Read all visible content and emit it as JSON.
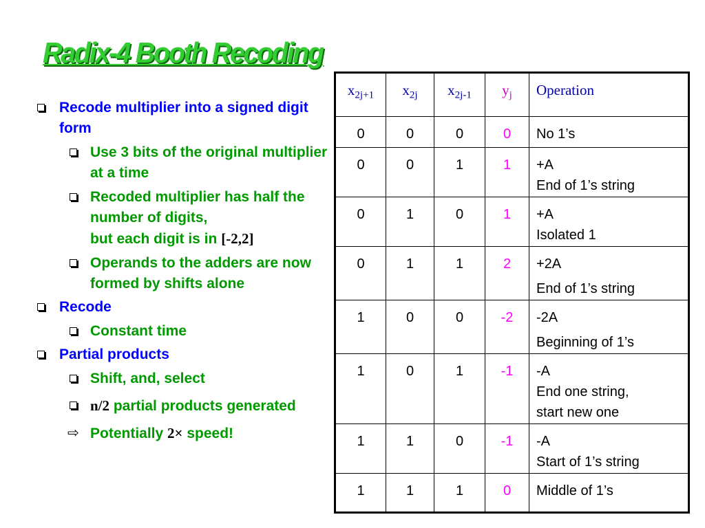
{
  "title": "Radix-4 Booth Recoding",
  "bullets": {
    "recode_multiplier": "Recode multiplier into a signed digit form",
    "use_3_bits": "Use 3 bits of the original multiplier at a time",
    "half_digits_1": "Recoded multiplier has half the number of digits,",
    "half_digits_2": "but each digit is in",
    "digit_range": "[-2,2]",
    "operands": "Operands to the adders are now formed by shifts alone",
    "recode": "Recode",
    "constant_time": "Constant time",
    "partial_products": "Partial products",
    "shift_and_select": "Shift, and, select",
    "n_over_2": "n/2",
    "pp_generated": "partial products generated",
    "potentially": "Potentially",
    "two_x": "2×",
    "speed": "speed!"
  },
  "table": {
    "headers": {
      "x2j1_base": "x",
      "x2j1_sub": "2j+1",
      "x2j_base": "x",
      "x2j_sub": "2j",
      "x2jm1_base": "x",
      "x2jm1_sub": "2j-1",
      "y_base": "y",
      "y_sub": "j",
      "operation": "Operation"
    },
    "rows": [
      {
        "a": "0",
        "b": "0",
        "c": "0",
        "y": "0",
        "op1": "No 1’s",
        "op2": ""
      },
      {
        "a": "0",
        "b": "0",
        "c": "1",
        "y": "1",
        "op1": "+A",
        "op2": "End of 1’s string"
      },
      {
        "a": "0",
        "b": "1",
        "c": "0",
        "y": "1",
        "op1": "+A",
        "op2": "Isolated 1"
      },
      {
        "a": "0",
        "b": "1",
        "c": "1",
        "y": "2",
        "op1": "+2A",
        "op2": "End of 1’s string"
      },
      {
        "a": "1",
        "b": "0",
        "c": "0",
        "y": "-2",
        "op1": "-2A",
        "op2": "Beginning of 1’s"
      },
      {
        "a": "1",
        "b": "0",
        "c": "1",
        "y": "-1",
        "op1": "-A",
        "op2": "End one string,",
        "op3": "start new one"
      },
      {
        "a": "1",
        "b": "1",
        "c": "0",
        "y": "-1",
        "op1": "-A",
        "op2": "Start of 1’s string"
      },
      {
        "a": "1",
        "b": "1",
        "c": "1",
        "y": "0",
        "op1": "Middle of 1’s",
        "op2": ""
      }
    ]
  },
  "colors": {
    "title": "#33cc33",
    "level1_text": "#0000ff",
    "level2_text": "#009900",
    "y_column": "#ff00ff",
    "header_text": "#0000aa"
  }
}
